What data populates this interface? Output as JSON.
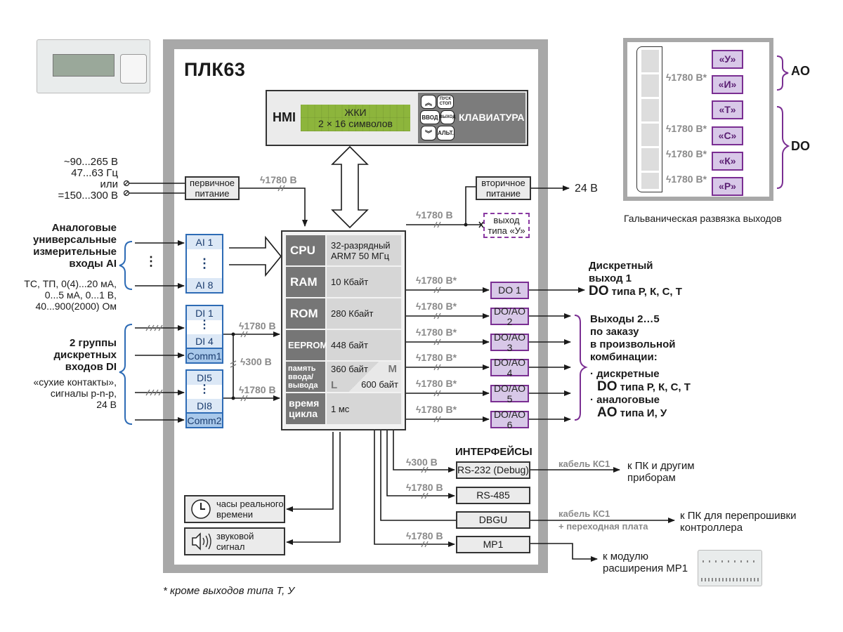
{
  "title": "ПЛК63",
  "hmi": {
    "label": "HMI",
    "lcd_line1": "ЖКИ",
    "lcd_line2": "2 × 16 символов",
    "keyboard_label": "КЛАВИАТУРА",
    "keys": {
      "up": "⌃⌃",
      "start_stop_top": "ПУСК",
      "start_stop_bottom": "СТОП",
      "enter": "ВВОД",
      "exit": "ВЫХОД",
      "down": "⌄⌄",
      "alt": "АЛЬТ."
    }
  },
  "power_input": {
    "lines": [
      "~90...265 В",
      "47...63 Гц",
      "или",
      "=150...300 В"
    ],
    "primary_supply": [
      "первичное",
      "питание"
    ],
    "isolation": "1780 В"
  },
  "secondary_power": {
    "label": [
      "вторичное",
      "питание"
    ],
    "output": "24 В",
    "isolation": "1780 В",
    "output_u": [
      "выход",
      "типа «У»"
    ]
  },
  "analog_inputs": {
    "title": [
      "Аналоговые",
      "универсальные",
      "измерительные",
      "входы AI"
    ],
    "desc": [
      "ТС, ТП, 0(4)...20 мА,",
      "0...5 мА, 0...1 В,",
      "40...900(2000) Ом"
    ],
    "first": "AI 1",
    "last": "AI 8",
    "ellipsis": "⋮"
  },
  "digital_inputs": {
    "title": [
      "2 группы",
      "дискретных",
      "входов DI"
    ],
    "desc": [
      "«сухие контакты»,",
      "сигналы p-n-p,",
      "24 В"
    ],
    "group1": {
      "first": "DI 1",
      "last": "DI 4",
      "common": "Comm1"
    },
    "group2": {
      "first": "DI5",
      "last": "DI8",
      "common": "Comm2"
    },
    "isolation_group": "1780 В",
    "isolation_between": "300 В"
  },
  "cpu_table": [
    {
      "key": "CPU",
      "value": [
        "32-разрядный",
        "ARM7  50 МГц"
      ]
    },
    {
      "key": "RAM",
      "value": [
        "10 Кбайт"
      ]
    },
    {
      "key": "ROM",
      "value": [
        "280 Кбайт"
      ]
    },
    {
      "key": "EEPROM",
      "value": [
        "448 байт"
      ]
    },
    {
      "key": "память ввода/ вывода",
      "value_m": "360 байт",
      "m": "M",
      "l": "L",
      "value_l": "600 байт"
    },
    {
      "key": "время цикла",
      "value": [
        "1 мс"
      ]
    }
  ],
  "outputs": {
    "isolation": "1780 В*",
    "items": [
      "DO 1",
      "DO/AO 2",
      "DO/AO 3",
      "DO/AO 4",
      "DO/AO 5",
      "DO/AO 6"
    ],
    "do1_desc": [
      "Дискретный",
      "выход 1",
      "DO",
      "типа Р, К, С, Т"
    ],
    "others_desc": [
      "Выходы 2…5",
      "по заказу",
      "в произвольной",
      "комбинации:"
    ],
    "bullet1": [
      "· дискретные",
      "DO",
      "типа Р, К, С, Т"
    ],
    "bullet2": [
      "· аналоговые",
      "AO",
      "типа И, У"
    ]
  },
  "galvanic": {
    "types": [
      "«У»",
      "«И»",
      "«Т»",
      "«С»",
      "«К»",
      "«Р»"
    ],
    "isolation": "1780 В*",
    "ao": "AO",
    "do": "DO",
    "caption": "Гальваническая развязка выходов"
  },
  "interfaces": {
    "title": "ИНТЕРФЕЙСЫ",
    "items": [
      {
        "name": "RS-232 (Debug)",
        "isolation": "300 В"
      },
      {
        "name": "RS-485",
        "isolation": "1780 В"
      },
      {
        "name": "DBGU",
        "isolation": ""
      },
      {
        "name": "MP1",
        "isolation": "1780 В"
      }
    ],
    "rs232_cable": "кабель КС1",
    "rs232_dest": [
      "к ПК и другим",
      "приборам"
    ],
    "dbgu_cable": "кабель КС1",
    "dbgu_adapter": "+ переходная плата",
    "dbgu_dest": [
      "к ПК для перепрошивки",
      "контроллера"
    ],
    "mp1_dest": [
      "к модулю",
      "расширения МР1"
    ]
  },
  "peripherals": {
    "clock": [
      "часы реального",
      "времени"
    ],
    "buzzer": [
      "звуковой",
      "сигнал"
    ]
  },
  "footnote": "* кроме выходов типа Т, У",
  "colors": {
    "purple": "#7a2e92",
    "blue": "#2d6bb5",
    "frame": "#a8a8a8",
    "lcd": "#8db53c"
  }
}
